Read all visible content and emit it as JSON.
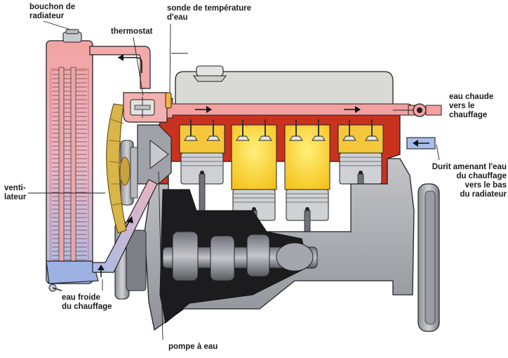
{
  "labels": {
    "radiator_cap": "bouchon de\nradiateur",
    "thermostat": "thermostat",
    "temp_sensor": "sonde de température\nd'eau",
    "hot_water_heating": "eau chaude\nvers le\nchauffage",
    "heater_return_hose": "Durit amenant l'eau\ndu chauffage\nvers le bas\ndu radiateur",
    "fan": "venti-\nlateur",
    "cold_water_heating": "eau froide\ndu chauffage",
    "water_pump": "pompe à eau"
  },
  "colors": {
    "hot_water": "#f08d8d",
    "hot_water_light": "#f6c9c9",
    "cold_water": "#9bb0df",
    "block_red": "#c8321e",
    "combustion_yellow": "#f7d23a",
    "cover_grey": "#d6d6d2",
    "metal_grey": "#8e9097",
    "fan_gold": "#d9b54a",
    "line": "#222222"
  },
  "icons": [
    "flow-arrow-icon",
    "fan-blade-icon",
    "piston-icon",
    "radiator-cap-icon"
  ]
}
